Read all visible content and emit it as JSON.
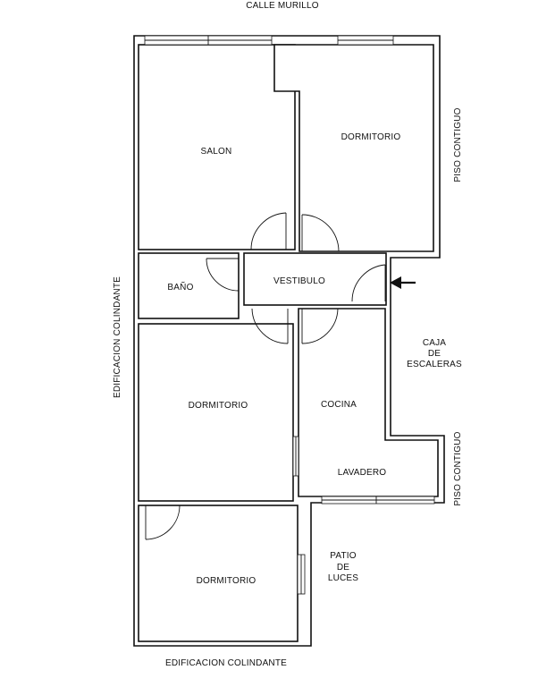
{
  "streets": {
    "top": "CALLE MURILLO",
    "bottom": "EDIFICACION COLINDANTE",
    "left": "EDIFICACION COLINDANTE",
    "right_upper": "PISO CONTIGUO",
    "right_lower": "PISO CONTIGUO"
  },
  "rooms": {
    "salon": "SALON",
    "dormitorio_1": "DORMITORIO",
    "bano": "BAÑO",
    "vestibulo": "VESTIBULO",
    "dormitorio_2": "DORMITORIO",
    "cocina": "COCINA",
    "lavadero": "LAVADERO",
    "dormitorio_3": "DORMITORIO"
  },
  "stair": {
    "line1": "CAJA",
    "line2": "DE",
    "line3": "ESCALERAS"
  },
  "patio": {
    "line1": "PATIO",
    "line2": "DE",
    "line3": "LUCES"
  },
  "entrance_icon": "arrow-left-icon"
}
